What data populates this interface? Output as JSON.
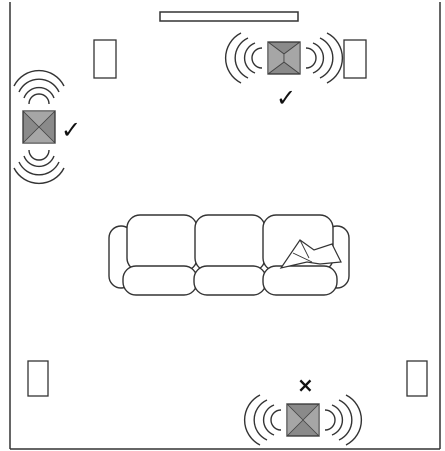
{
  "colors": {
    "background": "#ffffff",
    "stroke": "#333333",
    "active_speaker_fill": "#8a8a8a",
    "active_speaker_inner": "#a6a6a6",
    "inactive_speaker_fill": "#ffffff"
  },
  "icons": {
    "screen": "screen-icon",
    "active_speaker": "speaker-active-icon",
    "inactive_speaker": "speaker-inactive-icon",
    "sofa": "sofa-icon",
    "sound_waves": "sound-wave-icon",
    "ok_mark": "checkmark-icon",
    "error_mark": "x-mark-icon"
  },
  "marks": {
    "check_glyph": "✓",
    "cross_glyph": "×"
  },
  "speakers": [
    {
      "id": "front-left",
      "status": "inactive"
    },
    {
      "id": "center",
      "status": "active",
      "mark": "check"
    },
    {
      "id": "front-right",
      "status": "inactive"
    },
    {
      "id": "side-left",
      "status": "active",
      "mark": "check"
    },
    {
      "id": "rear-left",
      "status": "inactive"
    },
    {
      "id": "rear-right",
      "status": "inactive"
    },
    {
      "id": "rear-center",
      "status": "active",
      "mark": "cross"
    }
  ]
}
